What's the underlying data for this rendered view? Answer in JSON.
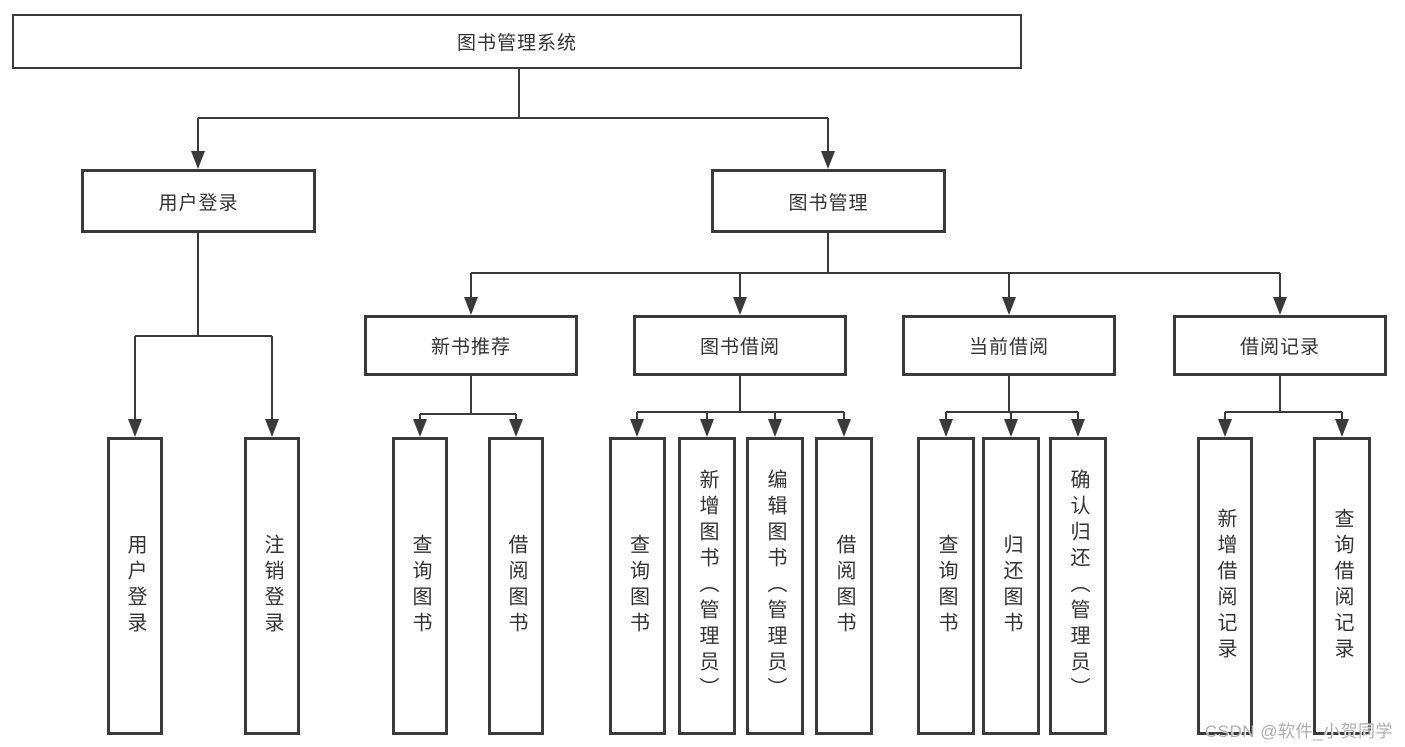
{
  "tree": {
    "label": "图书管理系统",
    "children": [
      {
        "label": "用户登录",
        "children": [
          {
            "label": "用户登录"
          },
          {
            "label": "注销登录"
          }
        ]
      },
      {
        "label": "图书管理",
        "children": [
          {
            "label": "新书推荐",
            "children": [
              {
                "label": "查询图书"
              },
              {
                "label": "借阅图书"
              }
            ]
          },
          {
            "label": "图书借阅",
            "children": [
              {
                "label": "查询图书"
              },
              {
                "label": "新增图书（管理员）"
              },
              {
                "label": "编辑图书（管理员）"
              },
              {
                "label": "借阅图书"
              }
            ]
          },
          {
            "label": "当前借阅",
            "children": [
              {
                "label": "查询图书"
              },
              {
                "label": "归还图书"
              },
              {
                "label": "确认归还（管理员）"
              }
            ]
          },
          {
            "label": "借阅记录",
            "children": [
              {
                "label": "新增借阅记录"
              },
              {
                "label": "查询借阅记录"
              }
            ]
          }
        ]
      }
    ]
  },
  "watermark": {
    "text": "CSDN @软件_小贺同学"
  },
  "colors": {
    "line": "#3a3a3a",
    "box_border": "#3a3a3a",
    "text": "#333333",
    "background": "#ffffff",
    "watermark": "#aeaeae"
  }
}
